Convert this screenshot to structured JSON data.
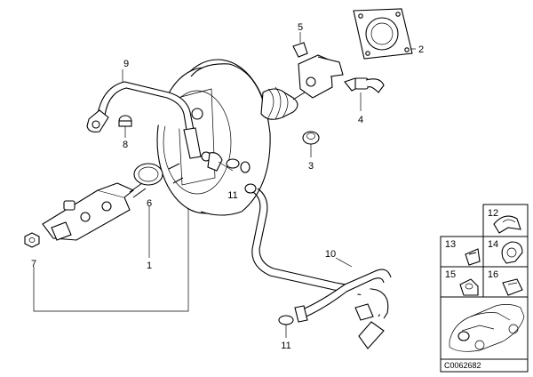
{
  "callouts": {
    "c1": "1",
    "c2": "2",
    "c3": "3",
    "c4": "4",
    "c5": "5",
    "c6": "6",
    "c7": "7",
    "c8": "8",
    "c9": "9",
    "c10": "10",
    "c11a": "11",
    "c11b": "11",
    "c12": "12",
    "c13": "13",
    "c14": "14",
    "c15": "15",
    "c16": "16"
  },
  "image_code": "C0062682"
}
